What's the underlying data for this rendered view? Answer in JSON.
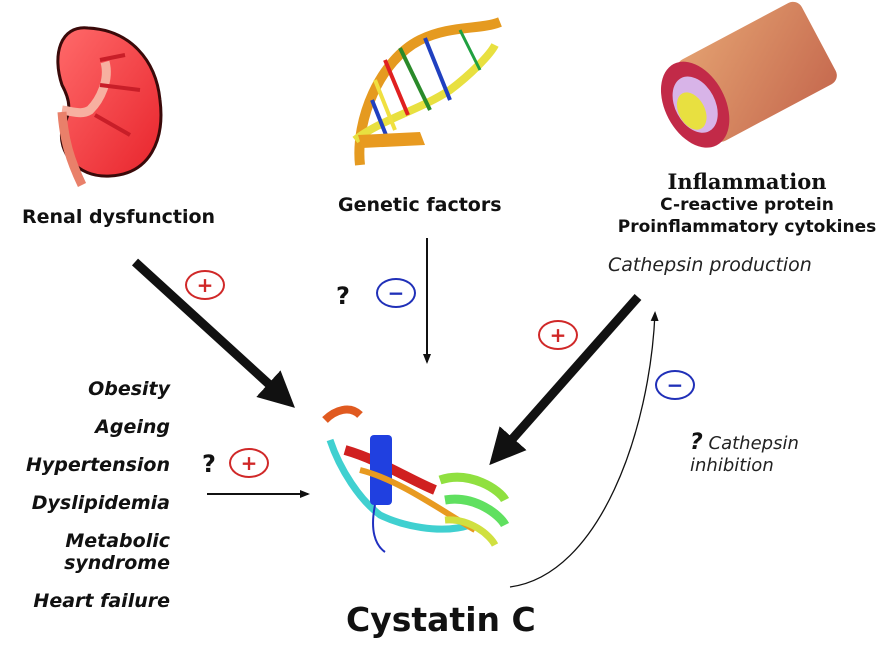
{
  "nodes": {
    "renal": {
      "label": "Renal dysfunction",
      "icon": "kidney-icon"
    },
    "genetic": {
      "label": "Genetic factors",
      "icon": "dna-icon"
    },
    "inflammation": {
      "title": "Inflammation",
      "lines": [
        "C-reactive protein",
        "Proinflammatory cytokines"
      ],
      "sub": "Cathepsin production",
      "icon": "artery-icon"
    },
    "cystatin": {
      "label": "Cystatin C",
      "icon": "protein-structure-icon"
    },
    "risk_factors": [
      "Obesity",
      "Ageing",
      "Hypertension",
      "Dyslipidemia",
      "Metabolic",
      "syndrome",
      "Heart failure"
    ],
    "cathepsin_inhibition": {
      "q": "?",
      "line1": "Cathepsin",
      "line2": "inhibition"
    }
  },
  "edges": {
    "renal_to_cystatin": {
      "sign": "+"
    },
    "genetic_to_cystatin": {
      "q": "?",
      "sign": "−"
    },
    "inflammation_to_cystatin": {
      "sign": "+"
    },
    "risk_to_cystatin": {
      "q": "?",
      "sign": "+"
    },
    "cystatin_to_inflammation": {
      "sign": "−"
    }
  },
  "colors": {
    "plus": "#d02828",
    "minus": "#2030b8",
    "arrow": "#111111"
  }
}
